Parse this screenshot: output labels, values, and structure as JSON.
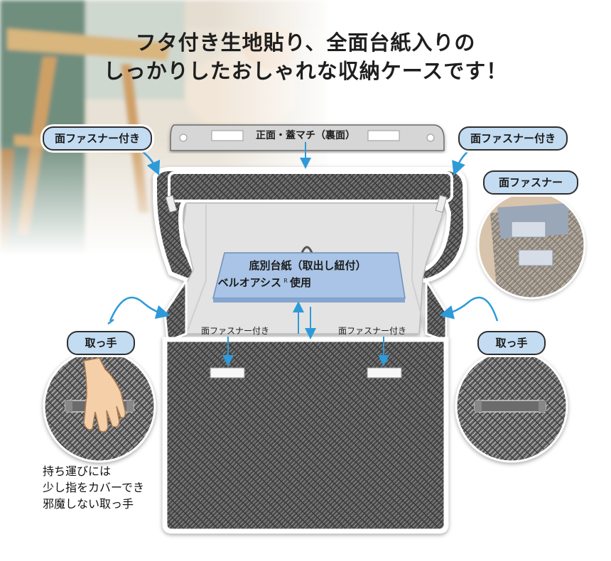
{
  "headline": {
    "line1": "フタ付き生地貼り、全面台紙入りの",
    "line2": "しっかりしたおしゃれな収納ケースです！"
  },
  "labels": {
    "lid_gusset": "正面・蓋マチ（裏面）",
    "fastener_left": "面ファスナー付き",
    "fastener_right": "面ファスナー付き",
    "fastener_closeup": "面ファスナー",
    "bottom_board_line1": "底別台紙（取出し紐付）",
    "bottom_board_line2": "ベルオアシス",
    "bottom_board_mark": "R",
    "bottom_board_suffix": "使用",
    "inner_fastener_left": "面ファスナー付き",
    "inner_fastener_right": "面ファスナー付き",
    "handle_left": "取っ手",
    "handle_right": "取っ手",
    "note_line1": "持ち運びには",
    "note_line2": "少し指をカバーでき",
    "note_line3": "邪魔しない取っ手"
  },
  "colors": {
    "pill_fill": "#c3dcf2",
    "arrow_blue": "#2e9ad8",
    "fabric_dark": "#4a4a4a",
    "board_blue": "#a9c4e6"
  },
  "icons": [
    "arrow-down-icon",
    "arrow-up-icon",
    "curved-arrow-icon",
    "hand-icon"
  ]
}
